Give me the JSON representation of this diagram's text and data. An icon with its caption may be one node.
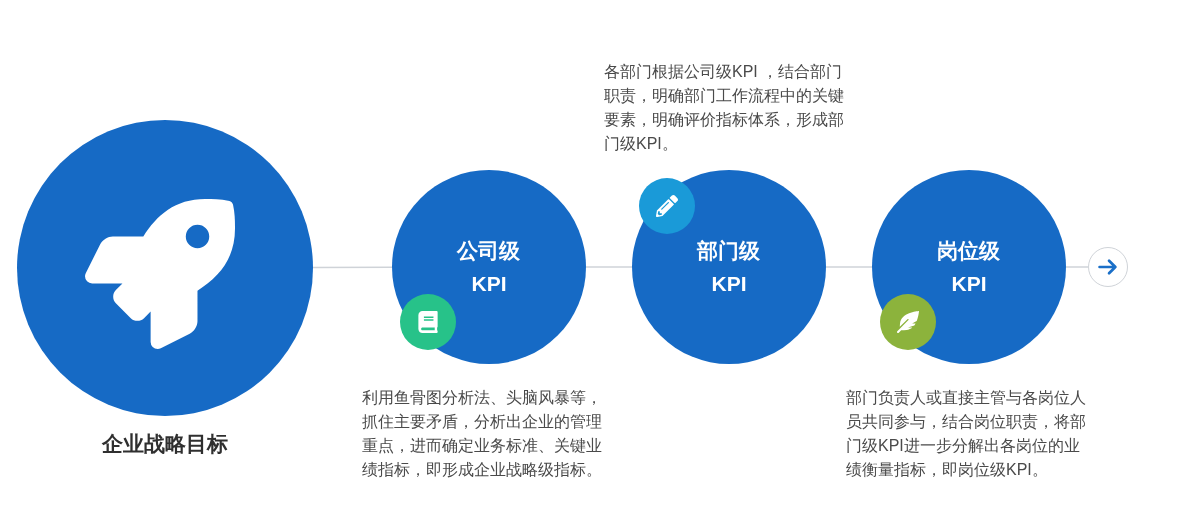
{
  "diagram": {
    "nodes": [
      {
        "text": [],
        "shape": "circle",
        "beside": [
          "企业战略目标"
        ]
      },
      {
        "text": [
          "公司级 KPI"
        ],
        "beside": [
          "利用鱼骨图分析法、头脑风暴等，抓住主要矛盾，分析出企业的管理重点，进而确定业务标准、关键业绩指标，即形成企业战略级指标。"
        ]
      },
      {
        "text": [
          "部门级 KPI"
        ],
        "beside": [
          "各部门根据公司级KPI ，结合部门职责，明确部门工作流程中的关键要素，明确评价指标体系，形成部门级KPI。"
        ]
      },
      {
        "text": [
          "岗位级 KPI"
        ],
        "beside": [
          "部门负责人或直接主管与各岗位人员共同参与，结合岗位职责，将部门级KPI进一步分解出各岗位的业绩衡量指标，即岗位级KPI。"
        ]
      },
      {
        "text": [],
        "shape": "circle"
      }
    ],
    "edges": [
      {
        "from": 0,
        "to": 1,
        "arrow": "none"
      },
      {
        "from": 1,
        "to": 2,
        "arrow": "none"
      },
      {
        "from": 2,
        "to": 3,
        "arrow": "none"
      },
      {
        "from": 3,
        "to": 4,
        "arrow": "none"
      }
    ]
  }
}
